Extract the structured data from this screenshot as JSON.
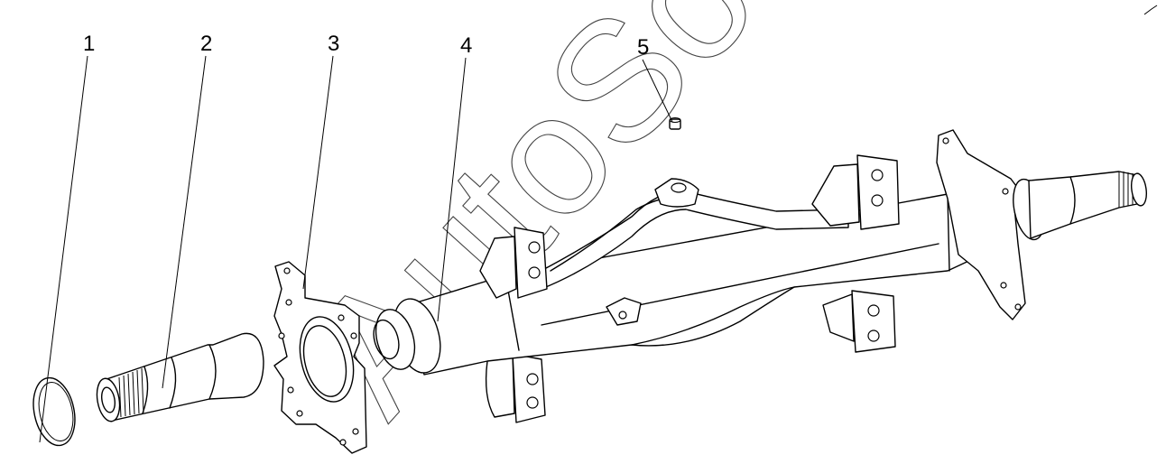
{
  "callouts": [
    {
      "number": "1"
    },
    {
      "number": "2"
    },
    {
      "number": "3"
    },
    {
      "number": "4"
    },
    {
      "number": "5"
    }
  ],
  "watermark": "AutoSoft"
}
